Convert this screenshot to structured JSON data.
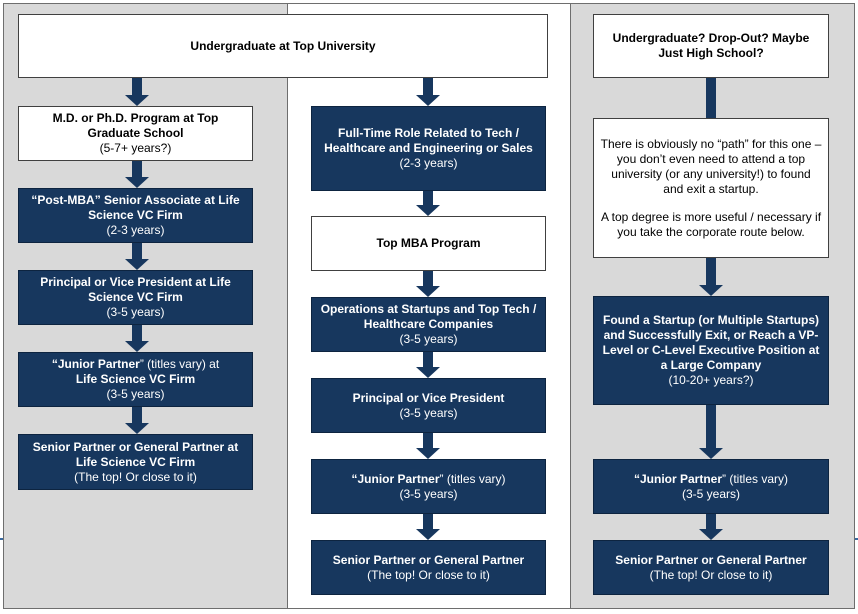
{
  "columns": {
    "left": {
      "boxes": [
        {
          "title": "M.D. or Ph.D. Program at Top Graduate School",
          "sub": "(5-7+ years?)"
        },
        {
          "title": "“Post-MBA” Senior Associate at Life Science VC Firm",
          "sub": "(2-3 years)"
        },
        {
          "title": "Principal or Vice President at Life Science VC Firm",
          "sub": "(3-5 years)"
        },
        {
          "title_a": "“Junior Partner",
          "title_b": "” (titles vary) at",
          "title_c": "Life Science VC Firm",
          "sub": "(3-5 years)"
        },
        {
          "title": "Senior Partner or General Partner at Life Science VC Firm",
          "sub": "(The top! Or close to it)"
        }
      ]
    },
    "middle": {
      "top": "Undergraduate at Top University",
      "boxes": [
        {
          "title": "Full-Time Role Related to Tech / Healthcare and Engineering or Sales",
          "sub": "(2-3 years)"
        },
        {
          "title": "Top MBA Program",
          "sub": ""
        },
        {
          "title": "Operations at Startups and Top Tech / Healthcare Companies",
          "sub": "(3-5 years)"
        },
        {
          "title": "Principal or Vice President",
          "sub": "(3-5 years)"
        },
        {
          "title_a": "“Junior Partner",
          "title_b": "” (titles vary)",
          "sub": "(3-5 years)"
        },
        {
          "title": "Senior Partner or General Partner",
          "sub": "(The top! Or close to it)"
        }
      ]
    },
    "right": {
      "top": "Undergraduate? Drop-Out? Maybe Just High School?",
      "note_p1": "There is obviously no “path” for this one – you don’t even need to attend a top university (or any university!) to found and exit a startup.",
      "note_p2": "A top degree is more useful / necessary if you take the corporate route below.",
      "boxes": [
        {
          "title": "Found a Startup (or Multiple Startups) and Successfully Exit, or Reach a VP-Level or C-Level Executive Position at a Large Company",
          "sub": "(10-20+ years?)"
        },
        {
          "title_a": "“Junior Partner",
          "title_b": "” (titles vary)",
          "sub": "(3-5 years)"
        },
        {
          "title": "Senior Partner or General Partner",
          "sub": "(The top! Or close to it)"
        }
      ]
    }
  },
  "colors": {
    "box_fill": "#17375e",
    "column_bg": "#d9d9d9",
    "arrow": "#17375e"
  }
}
